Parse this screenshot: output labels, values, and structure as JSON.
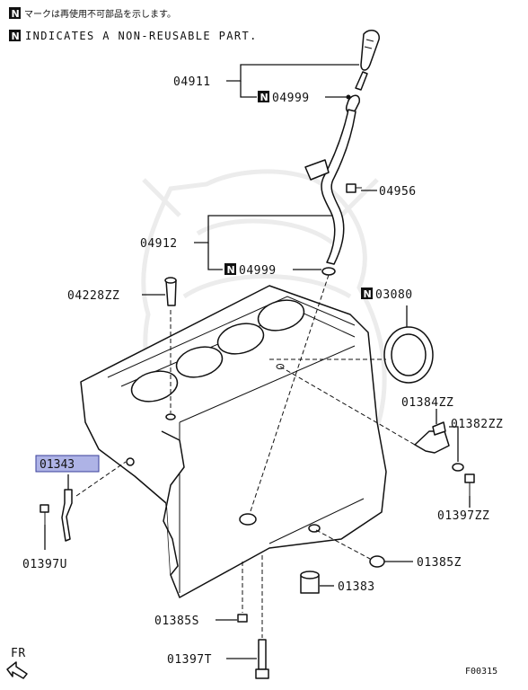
{
  "header": {
    "jp_note": "マークは再使用不可部品を示します。",
    "en_note": "INDICATES A NON-REUSABLE PART.",
    "marker_letter": "N"
  },
  "parts": {
    "p04911": "04911",
    "p04999_top": "04999",
    "p04956": "04956",
    "p04912": "04912",
    "p04999_mid": "04999",
    "p04228ZZ": "04228ZZ",
    "p03080": "03080",
    "p01384ZZ": "01384ZZ",
    "p01382ZZ": "01382ZZ",
    "p01343": "01343",
    "p01397ZZ": "01397ZZ",
    "p01397U": "01397U",
    "p01385Z": "01385Z",
    "p01383": "01383",
    "p01385S": "01385S",
    "p01397T": "01397T"
  },
  "direction": {
    "label": "FR"
  },
  "figure_code": "F00315",
  "colors": {
    "highlight": "#aeb3e6",
    "ink": "#111111"
  }
}
